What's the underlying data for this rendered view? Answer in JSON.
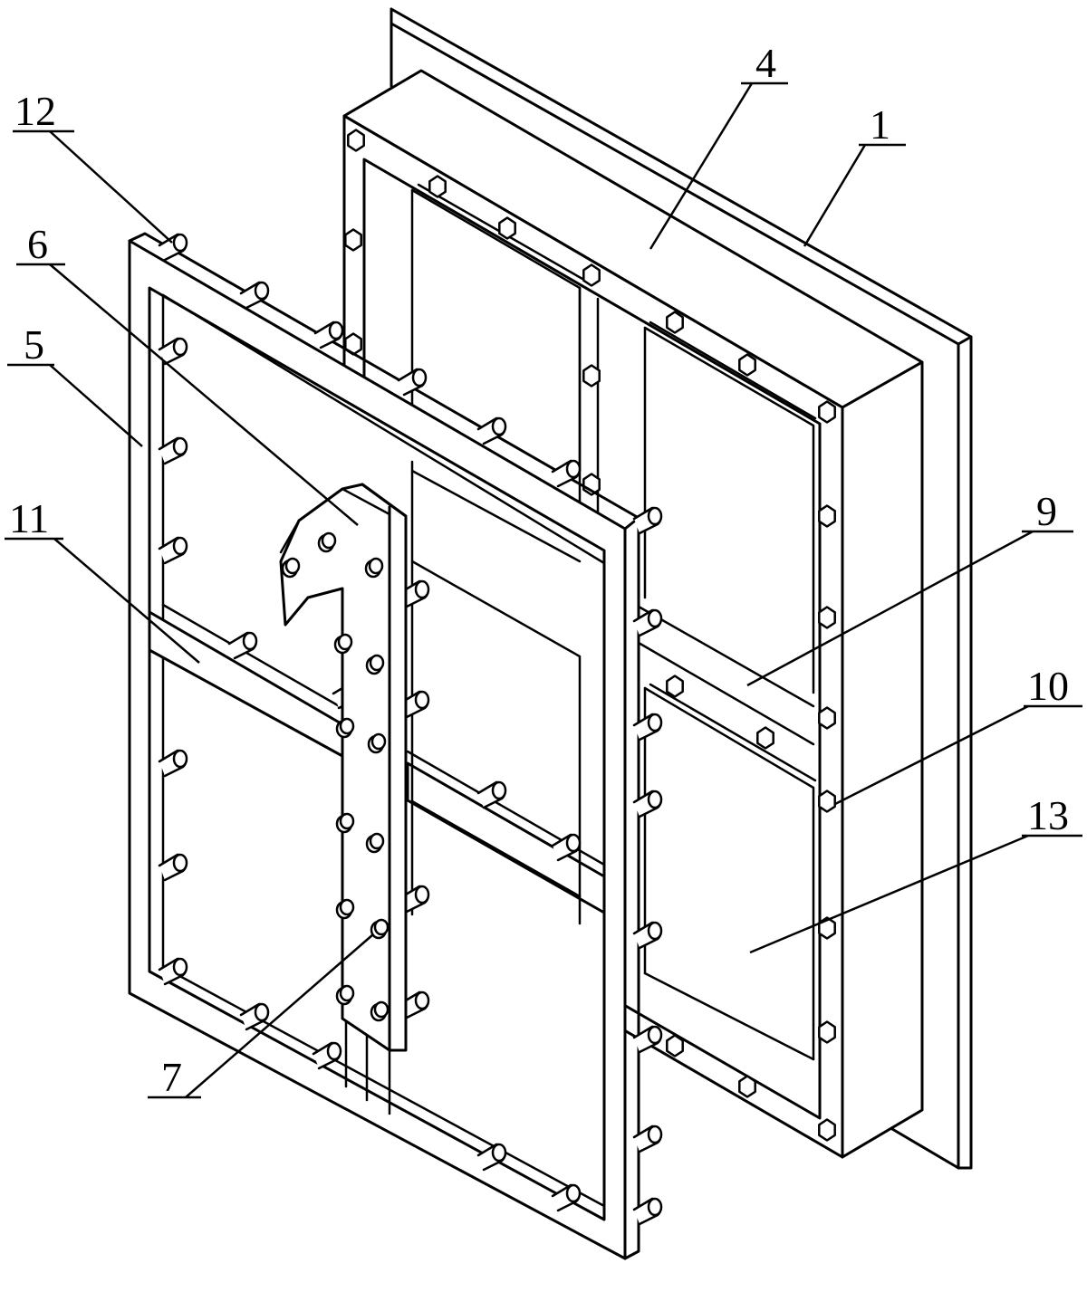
{
  "labels": [
    {
      "id": "12",
      "text": "12"
    },
    {
      "id": "6",
      "text": "6"
    },
    {
      "id": "5",
      "text": "5"
    },
    {
      "id": "11",
      "text": "11"
    },
    {
      "id": "4",
      "text": "4"
    },
    {
      "id": "1",
      "text": "1"
    },
    {
      "id": "9",
      "text": "9"
    },
    {
      "id": "10",
      "text": "10"
    },
    {
      "id": "13",
      "text": "13"
    },
    {
      "id": "7",
      "text": "7"
    }
  ]
}
